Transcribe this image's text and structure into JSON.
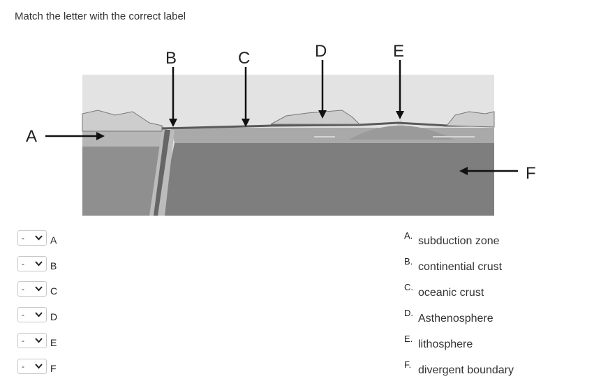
{
  "question": "Match the letter with the correct label",
  "diagram": {
    "labels": [
      "A",
      "B",
      "C",
      "D",
      "E",
      "F"
    ]
  },
  "rows": [
    {
      "selected": "-",
      "letter": "A"
    },
    {
      "selected": "-",
      "letter": "B"
    },
    {
      "selected": "-",
      "letter": "C"
    },
    {
      "selected": "-",
      "letter": "D"
    },
    {
      "selected": "-",
      "letter": "E"
    },
    {
      "selected": "-",
      "letter": "F"
    }
  ],
  "options": [
    {
      "key": "A.",
      "text": "subduction zone"
    },
    {
      "key": "B.",
      "text": "continential crust"
    },
    {
      "key": "C.",
      "text": "oceanic crust"
    },
    {
      "key": "D.",
      "text": "Asthenosphere"
    },
    {
      "key": "E.",
      "text": "lithosphere"
    },
    {
      "key": "F.",
      "text": "divergent boundary"
    }
  ]
}
